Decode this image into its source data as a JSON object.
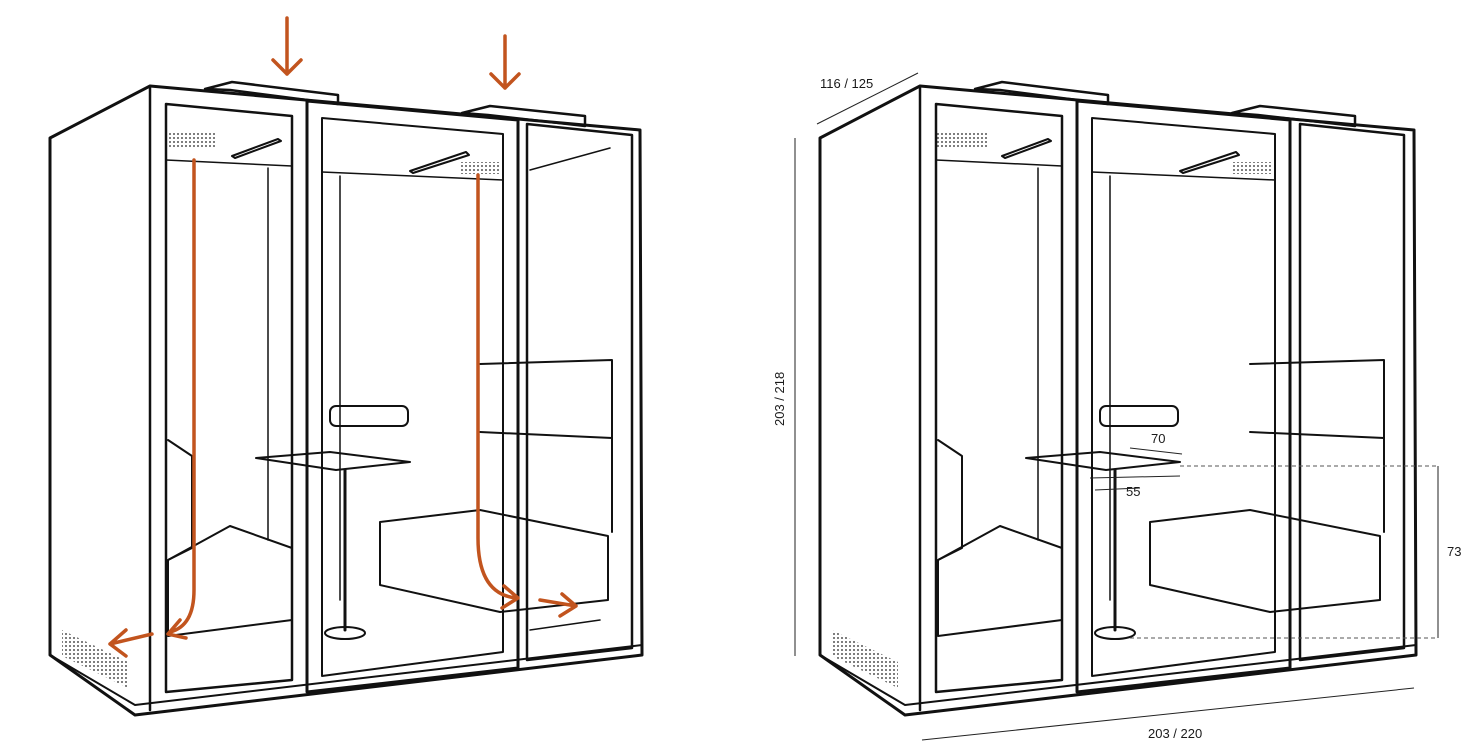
{
  "diagram": {
    "colors": {
      "airflow": "#C2541E",
      "outline": "#111111",
      "background": "#ffffff"
    },
    "left_view": {
      "airflow_arrows": [
        "intake-arrow",
        "intake-arrow",
        "flow-path-left",
        "flow-path-right",
        "exhaust-arrow"
      ]
    },
    "right_view": {
      "dimensions": {
        "depth": "116 / 125",
        "height": "203 / 218",
        "width": "203 / 220",
        "table_width": "70",
        "table_depth": "55",
        "table_height": "73"
      }
    }
  }
}
